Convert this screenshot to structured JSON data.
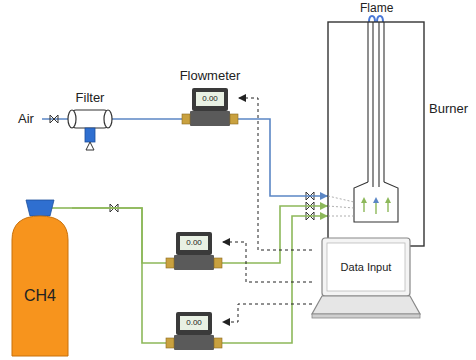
{
  "diagram": {
    "nodes": [
      {
        "text": [
          "Filter"
        ]
      },
      {
        "text": [
          "Flowmeter",
          "0.00"
        ]
      },
      {
        "text": [
          "Burner"
        ]
      },
      {
        "text": [
          "CH4"
        ]
      },
      {
        "text": [
          "0.00"
        ]
      },
      {
        "text": [
          "0.00"
        ]
      },
      {
        "text": [
          "Data Input"
        ]
      }
    ],
    "edges": [
      {
        "from": 0,
        "to": 1,
        "arrow": "none"
      },
      {
        "from": 1,
        "to": 2,
        "arrow": "to"
      },
      {
        "from": 3,
        "to": 4,
        "arrow": "none"
      },
      {
        "from": 3,
        "to": 5,
        "arrow": "none"
      },
      {
        "from": 4,
        "to": 2,
        "arrow": "to"
      },
      {
        "from": 5,
        "to": 2,
        "arrow": "to"
      },
      {
        "from": 6,
        "to": 1,
        "arrow": "to"
      },
      {
        "from": 6,
        "to": 4,
        "arrow": "to"
      },
      {
        "from": 6,
        "to": 5,
        "arrow": "to"
      }
    ],
    "labels": [
      "Air",
      "Flame"
    ]
  }
}
